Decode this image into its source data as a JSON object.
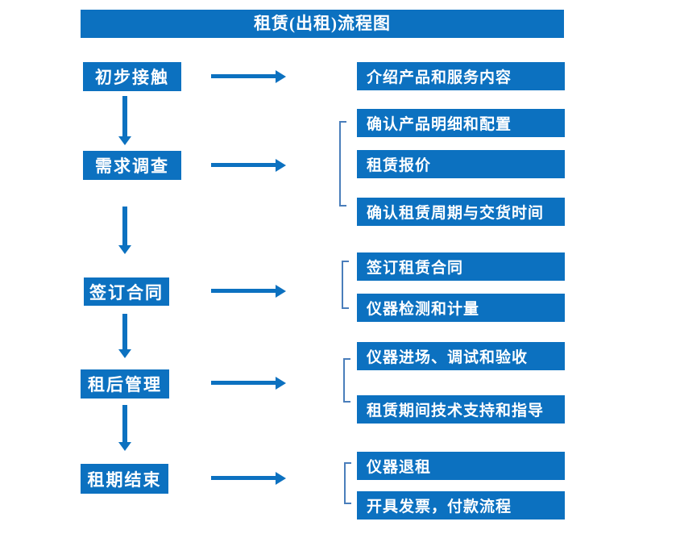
{
  "title": "租赁(出租)流程图",
  "colors": {
    "primary": "#0c71c0",
    "bracket": "#4a7ebb",
    "text_on_primary": "#ffffff",
    "background": "#ffffff"
  },
  "stages": [
    {
      "label": "初步接触",
      "outputs": [
        "介绍产品和服务内容"
      ]
    },
    {
      "label": "需求调查",
      "outputs": [
        "确认产品明细和配置",
        "租赁报价",
        "确认租赁周期与交货时间"
      ]
    },
    {
      "label": "签订合同",
      "outputs": [
        "签订租赁合同",
        "仪器检测和计量"
      ]
    },
    {
      "label": "租后管理",
      "outputs": [
        "仪器进场、调试和验收",
        "租赁期间技术支持和指导"
      ]
    },
    {
      "label": "租期结束",
      "outputs": [
        "仪器退租",
        "开具发票，付款流程"
      ]
    }
  ]
}
